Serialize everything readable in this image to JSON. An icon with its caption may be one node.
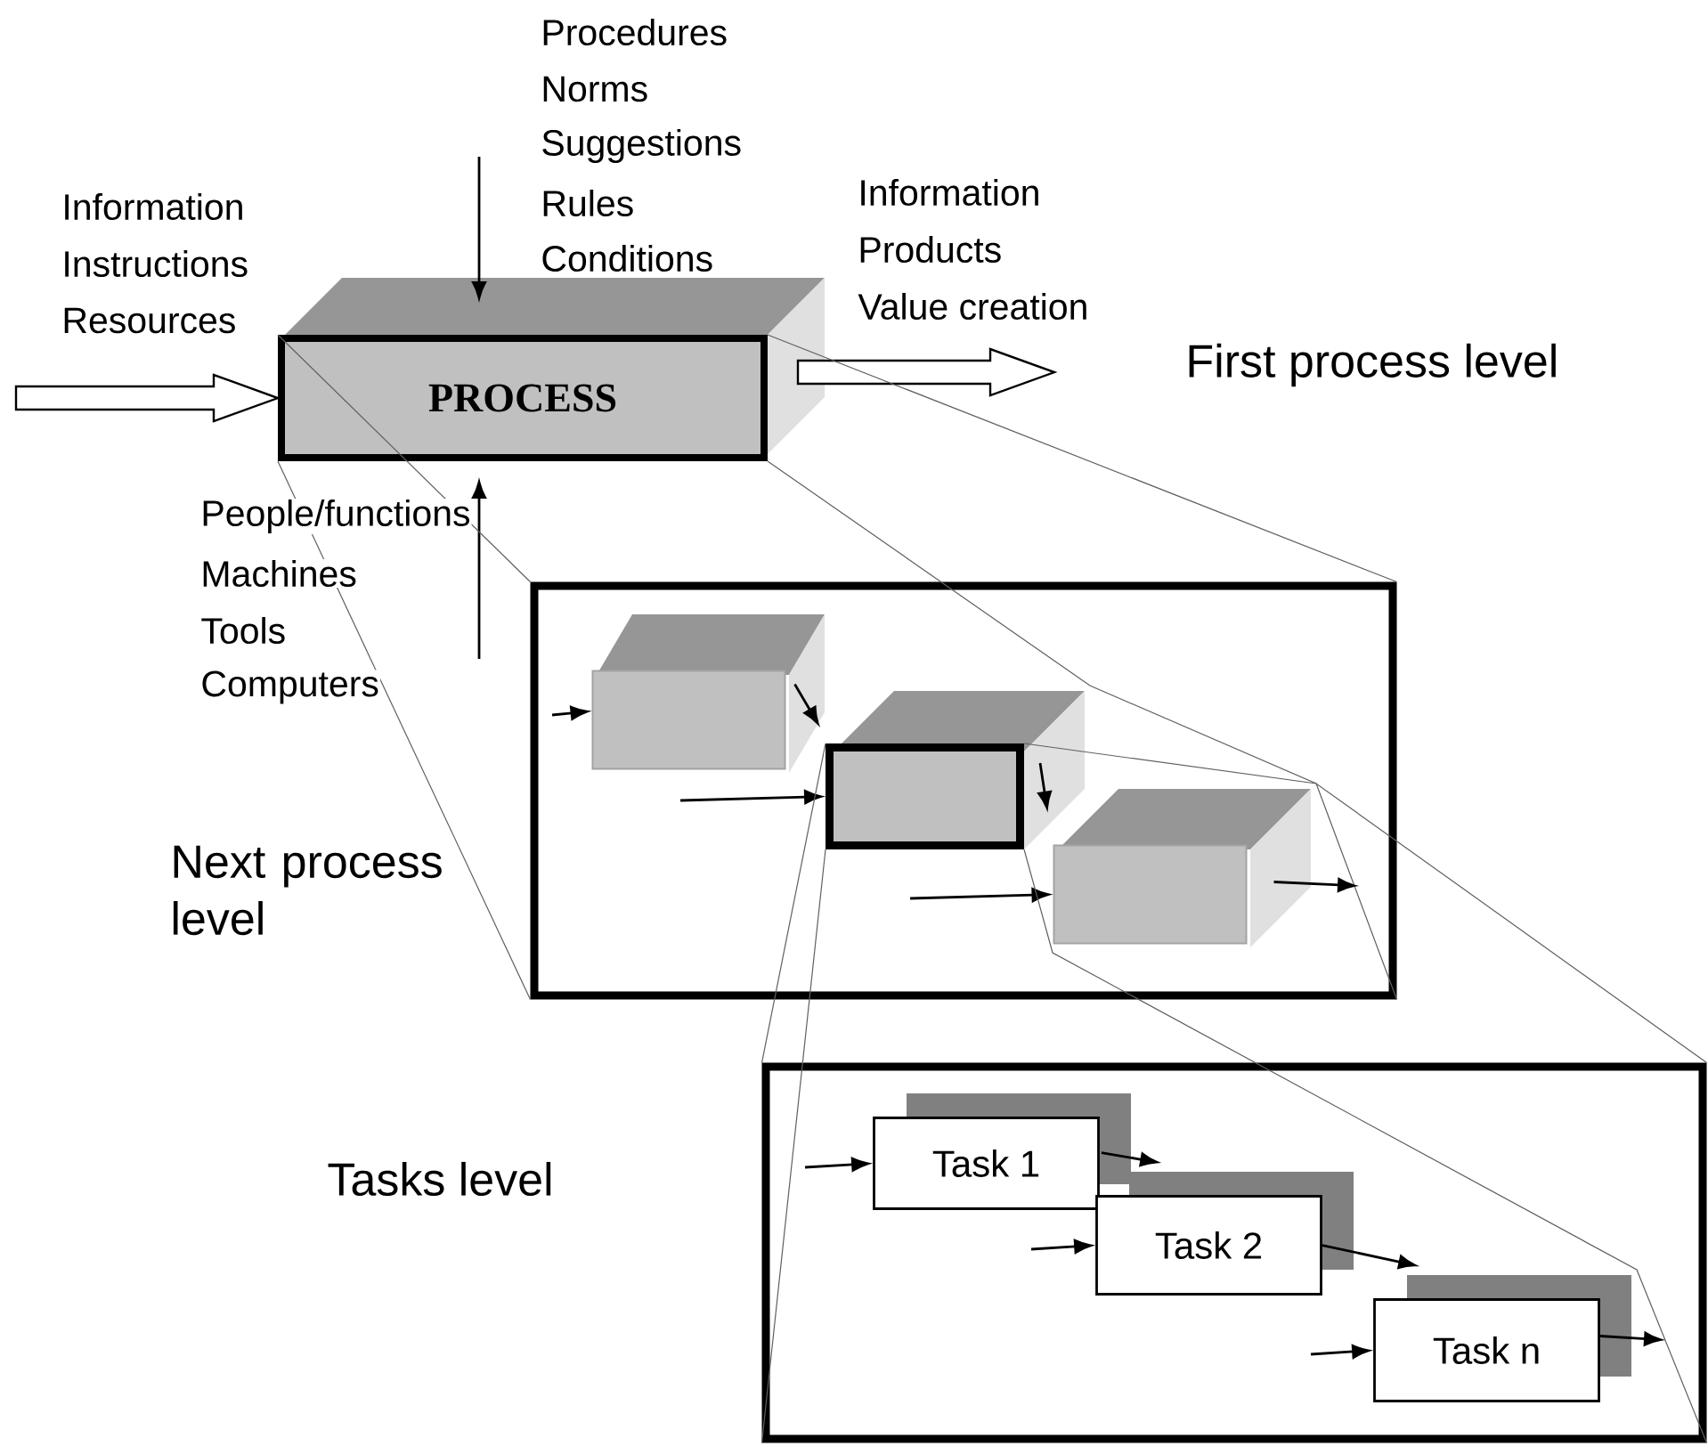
{
  "diagram": {
    "nodes": [
      {
        "text": [
          "PROCESS"
        ]
      },
      {
        "text": [],
        "shape": "box"
      },
      {
        "text": [],
        "shape": "box",
        "in": 1
      },
      {
        "text": [],
        "shape": "box",
        "in": 1
      },
      {
        "text": [],
        "shape": "box",
        "in": 1
      },
      {
        "text": [],
        "shape": "box"
      },
      {
        "text": [
          "Task 1"
        ],
        "in": 5
      },
      {
        "text": [
          "Task 2"
        ],
        "in": 5
      },
      {
        "text": [
          "Task n"
        ],
        "in": 5
      }
    ],
    "edges": [
      {
        "from": null,
        "to": 0,
        "arrow": "to",
        "style": "thick"
      },
      {
        "from": 0,
        "to": null,
        "arrow": "to",
        "style": "thick"
      },
      {
        "from": null,
        "to": 0,
        "arrow": "to"
      },
      {
        "from": null,
        "to": 0,
        "arrow": "to"
      },
      {
        "from": 0,
        "to": 1,
        "arrow": "none",
        "color": "#606060"
      },
      {
        "from": 0,
        "to": 1,
        "arrow": "none",
        "color": "#606060"
      },
      {
        "from": 0,
        "to": 1,
        "arrow": "none",
        "color": "#606060"
      },
      {
        "from": 0,
        "to": 1,
        "arrow": "none",
        "color": "#606060"
      },
      {
        "from": null,
        "to": 2,
        "arrow": "to"
      },
      {
        "from": 2,
        "to": 3,
        "arrow": "to"
      },
      {
        "from": null,
        "to": 3,
        "arrow": "to"
      },
      {
        "from": 3,
        "to": 4,
        "arrow": "to"
      },
      {
        "from": null,
        "to": 4,
        "arrow": "to"
      },
      {
        "from": 4,
        "to": null,
        "arrow": "to"
      },
      {
        "from": 3,
        "to": 5,
        "arrow": "none",
        "color": "#606060"
      },
      {
        "from": 3,
        "to": 5,
        "arrow": "none",
        "color": "#606060"
      },
      {
        "from": 3,
        "to": 5,
        "arrow": "none",
        "color": "#606060"
      },
      {
        "from": 3,
        "to": 5,
        "arrow": "none",
        "color": "#606060"
      },
      {
        "from": null,
        "to": 6,
        "arrow": "to"
      },
      {
        "from": 6,
        "to": 7,
        "arrow": "to"
      },
      {
        "from": null,
        "to": 7,
        "arrow": "to"
      },
      {
        "from": 7,
        "to": 8,
        "arrow": "to"
      },
      {
        "from": null,
        "to": 8,
        "arrow": "to"
      },
      {
        "from": 8,
        "to": null,
        "arrow": "to"
      }
    ],
    "labels": [
      "Procedures",
      "Norms",
      "Suggestions",
      "Rules",
      "Conditions",
      "Information",
      "Instructions",
      "Resources",
      "Information",
      "Products",
      "Value creation",
      "First process level",
      "People/functions",
      "Machines",
      "Tools",
      "Computers",
      "Next process level",
      "Tasks level"
    ]
  }
}
